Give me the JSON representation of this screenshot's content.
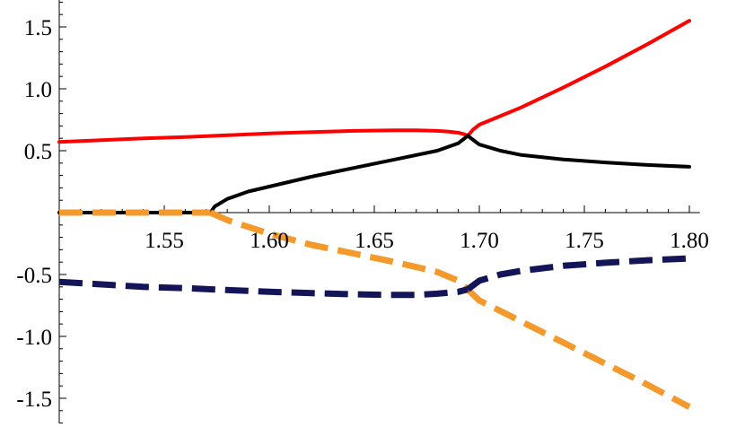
{
  "chart_data": {
    "type": "line",
    "title": "",
    "xlabel": "",
    "ylabel": "",
    "xlim": [
      1.5,
      1.805
    ],
    "ylim": [
      -1.7,
      1.72
    ],
    "grid": false,
    "legend": "none",
    "x_ticks": [
      {
        "value": 1.55,
        "label": "1.55"
      },
      {
        "value": 1.6,
        "label": "1.60"
      },
      {
        "value": 1.65,
        "label": "1.65"
      },
      {
        "value": 1.7,
        "label": "1.70"
      },
      {
        "value": 1.75,
        "label": "1.75"
      },
      {
        "value": 1.8,
        "label": "1.80"
      }
    ],
    "y_ticks": [
      {
        "value": 1.5,
        "label": "1.5"
      },
      {
        "value": 1.0,
        "label": "1.0"
      },
      {
        "value": 0.5,
        "label": "0.5"
      },
      {
        "value": -0.5,
        "label": "-0.5"
      },
      {
        "value": -1.0,
        "label": "-1.0"
      },
      {
        "value": -1.5,
        "label": "-1.5"
      }
    ],
    "series": [
      {
        "color": "#ff0000",
        "style": "solid",
        "width": 4,
        "x": [
          1.5,
          1.52,
          1.54,
          1.56,
          1.58,
          1.6,
          1.62,
          1.64,
          1.66,
          1.67,
          1.68,
          1.685,
          1.69,
          1.6925,
          1.6945
        ],
        "y": [
          0.57,
          0.585,
          0.6,
          0.61,
          0.625,
          0.64,
          0.65,
          0.66,
          0.665,
          0.665,
          0.66,
          0.655,
          0.645,
          0.635,
          0.62
        ]
      },
      {
        "color": "#ff0000",
        "style": "solid",
        "width": 4,
        "x": [
          1.6945,
          1.697,
          1.7,
          1.71,
          1.72,
          1.74,
          1.76,
          1.78,
          1.8
        ],
        "y": [
          0.62,
          0.67,
          0.71,
          0.78,
          0.85,
          1.01,
          1.18,
          1.36,
          1.55
        ]
      },
      {
        "color": "#000000",
        "style": "solid",
        "width": 4,
        "x": [
          1.5,
          1.52,
          1.54,
          1.56,
          1.572
        ],
        "y": [
          0.0,
          0.0,
          0.0,
          0.0,
          0.0
        ]
      },
      {
        "color": "#000000",
        "style": "solid",
        "width": 4,
        "x": [
          1.572,
          1.574,
          1.58,
          1.59,
          1.6,
          1.62,
          1.64,
          1.66,
          1.68,
          1.69,
          1.6945
        ],
        "y": [
          0.0,
          0.05,
          0.11,
          0.17,
          0.21,
          0.29,
          0.36,
          0.43,
          0.5,
          0.56,
          0.62
        ]
      },
      {
        "color": "#000000",
        "style": "solid",
        "width": 4,
        "x": [
          1.6945,
          1.7,
          1.71,
          1.72,
          1.74,
          1.76,
          1.78,
          1.8
        ],
        "y": [
          0.62,
          0.55,
          0.5,
          0.465,
          0.43,
          0.405,
          0.385,
          0.37
        ]
      },
      {
        "color": "#f49a2c",
        "style": "dashed",
        "width": 7,
        "x": [
          1.5,
          1.52,
          1.54,
          1.56,
          1.572
        ],
        "y": [
          0.0,
          0.0,
          0.0,
          0.0,
          0.0
        ]
      },
      {
        "color": "#f49a2c",
        "style": "dashed",
        "width": 7,
        "x": [
          1.572,
          1.58,
          1.6,
          1.62,
          1.64,
          1.66,
          1.68,
          1.69,
          1.6945
        ],
        "y": [
          0.0,
          -0.06,
          -0.17,
          -0.26,
          -0.33,
          -0.4,
          -0.48,
          -0.55,
          -0.62
        ]
      },
      {
        "color": "#f49a2c",
        "style": "dashed",
        "width": 7,
        "x": [
          1.6945,
          1.7,
          1.72,
          1.74,
          1.76,
          1.78,
          1.8
        ],
        "y": [
          -0.62,
          -0.71,
          -0.88,
          -1.05,
          -1.22,
          -1.39,
          -1.57
        ]
      },
      {
        "color": "#141458",
        "style": "dashed",
        "width": 7,
        "x": [
          1.5,
          1.52,
          1.54,
          1.56,
          1.58,
          1.6,
          1.62,
          1.64,
          1.66,
          1.67,
          1.68,
          1.69,
          1.6945
        ],
        "y": [
          -0.56,
          -0.58,
          -0.6,
          -0.61,
          -0.625,
          -0.64,
          -0.65,
          -0.66,
          -0.665,
          -0.665,
          -0.655,
          -0.64,
          -0.62
        ]
      },
      {
        "color": "#141458",
        "style": "dashed",
        "width": 7,
        "x": [
          1.6945,
          1.7,
          1.71,
          1.72,
          1.74,
          1.76,
          1.78,
          1.8
        ],
        "y": [
          -0.62,
          -0.55,
          -0.5,
          -0.47,
          -0.43,
          -0.405,
          -0.385,
          -0.37
        ]
      }
    ]
  }
}
